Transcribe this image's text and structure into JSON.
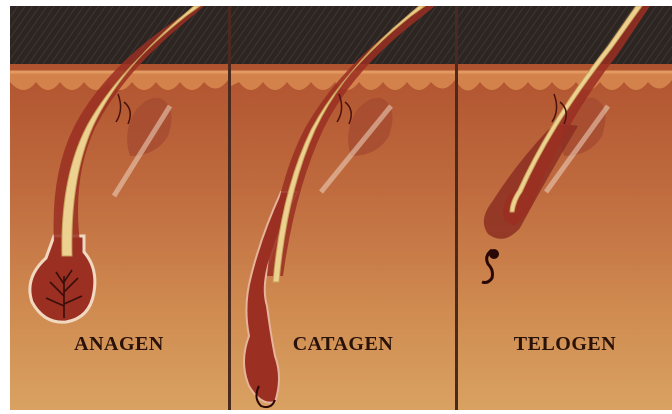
{
  "stages": [
    {
      "label": "ANAGEN"
    },
    {
      "label": "CATAGEN"
    },
    {
      "label": "TELOGEN"
    }
  ],
  "colors": {
    "epidermis_dark": "#2c2522",
    "skin_top": "#c46a3c",
    "dermis_mid": "#b8623a",
    "dermis_low": "#d79a5a",
    "hair_shaft": "#e9cf88",
    "follicle": "#8a2a20"
  }
}
